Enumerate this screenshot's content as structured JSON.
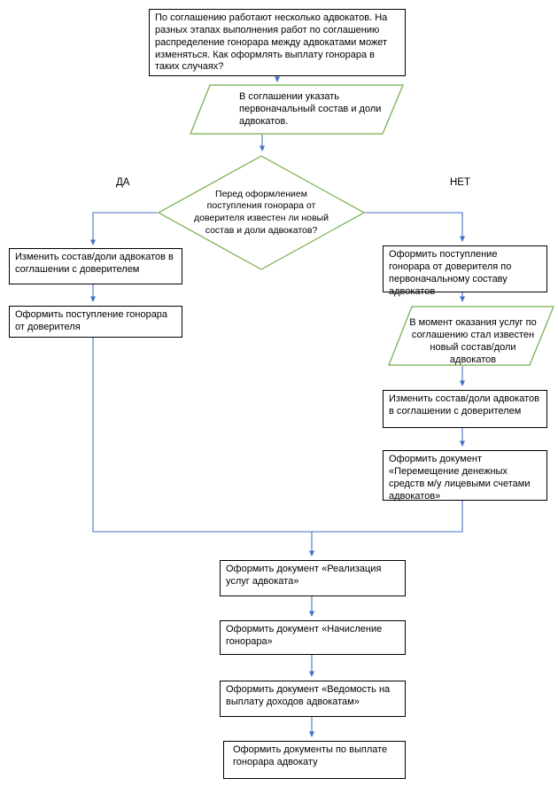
{
  "colors": {
    "connector_blue": "#4472C4",
    "shape_green": "#70AD47",
    "box_border": "#000000"
  },
  "branch_labels": {
    "yes": "ДА",
    "no": "НЕТ"
  },
  "nodes": {
    "question": "По соглашению работают несколько адвокатов. На разных этапах выполнения работ по соглашению распределение гонорара между адвокатами может изменяться. Как оформлять выплату гонорара в таких случаях?",
    "initial_terms": "В соглашении указать первоначальный состав и доли адвокатов.",
    "decision": "Перед оформлением поступления гонорара от доверителя известен ли новый состав и доли адвокатов?",
    "yes_change_agreement": "Изменить состав/доли адвокатов в соглашении с доверителем",
    "yes_register_receipt": "Оформить поступление гонорара от доверителя",
    "no_register_receipt": "Оформить поступление гонорара от доверителя по первоначальному составу адвокатов",
    "no_new_terms_known": "В момент оказания услуг по соглашению стал известен новый состав/доли адвокатов",
    "no_change_agreement": "Изменить состав/доли адвокатов в соглашении с доверителем",
    "no_transfer_doc": "Оформить документ «Перемещение денежных средств м/у лицевыми счетами адвокатов»",
    "realization_doc": "Оформить документ «Реализация услуг адвоката»",
    "accrual_doc": "Оформить документ «Начисление гонорара»",
    "payroll_doc": "Оформить документ «Ведомость на выплату доходов адвокатам»",
    "payment_docs": "Оформить документы по выплате гонорара адвокату"
  }
}
